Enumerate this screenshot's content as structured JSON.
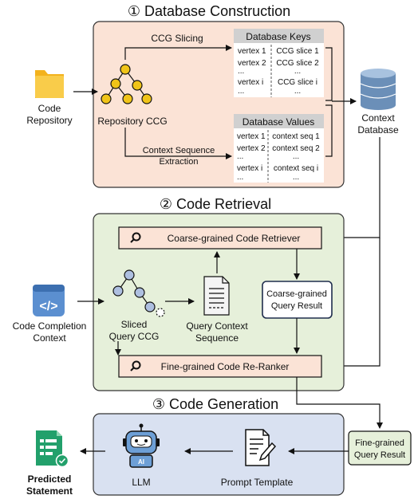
{
  "sections": {
    "s1": "① Database Construction",
    "s2": "② Code Retrieval",
    "s3": "③ Code Generation"
  },
  "inputs": {
    "code_repository": [
      "Code",
      "Repository"
    ],
    "code_completion_context": [
      "Code Completion",
      "Context"
    ]
  },
  "construction": {
    "ccg_slicing": "CCG Slicing",
    "repository_ccg": "Repository CCG",
    "context_extraction": [
      "Context Sequence",
      "Extraction"
    ],
    "context_database": [
      "Context",
      "Database"
    ]
  },
  "database_keys": {
    "title": "Database Keys",
    "rows": [
      [
        "vertex 1",
        "CCG slice 1"
      ],
      [
        "vertex 2",
        "CCG slice 2"
      ],
      [
        "...",
        "..."
      ],
      [
        "vertex i",
        "CCG slice i"
      ],
      [
        "...",
        "..."
      ]
    ]
  },
  "database_values": {
    "title": "Database Values",
    "rows": [
      [
        "vertex 1",
        "context seq 1"
      ],
      [
        "vertex 2",
        "context seq 2"
      ],
      [
        "...",
        "..."
      ],
      [
        "vertex i",
        "context seq i"
      ],
      [
        "...",
        "..."
      ]
    ]
  },
  "retrieval": {
    "coarse_retriever": "Coarse-grained Code Retriever",
    "coarse_result": [
      "Coarse-grained",
      "Query Result"
    ],
    "sliced_ccg": [
      "Sliced",
      "Query CCG"
    ],
    "query_context": [
      "Query Context",
      "Sequence"
    ],
    "reranker": "Fine-grained Code Re-Ranker"
  },
  "generation": {
    "fine_result": [
      "Fine-grained",
      "Query Result"
    ],
    "prompt_template": "Prompt Template",
    "llm": "LLM",
    "ai_badge": "AI",
    "predicted": [
      "Predicted",
      "Statement"
    ]
  },
  "colors": {
    "peach": "#fbe3d6",
    "green": "#e6f0da",
    "blue": "#d9e1f1",
    "node": "#f0c419",
    "outline": "#1f2d4d"
  }
}
